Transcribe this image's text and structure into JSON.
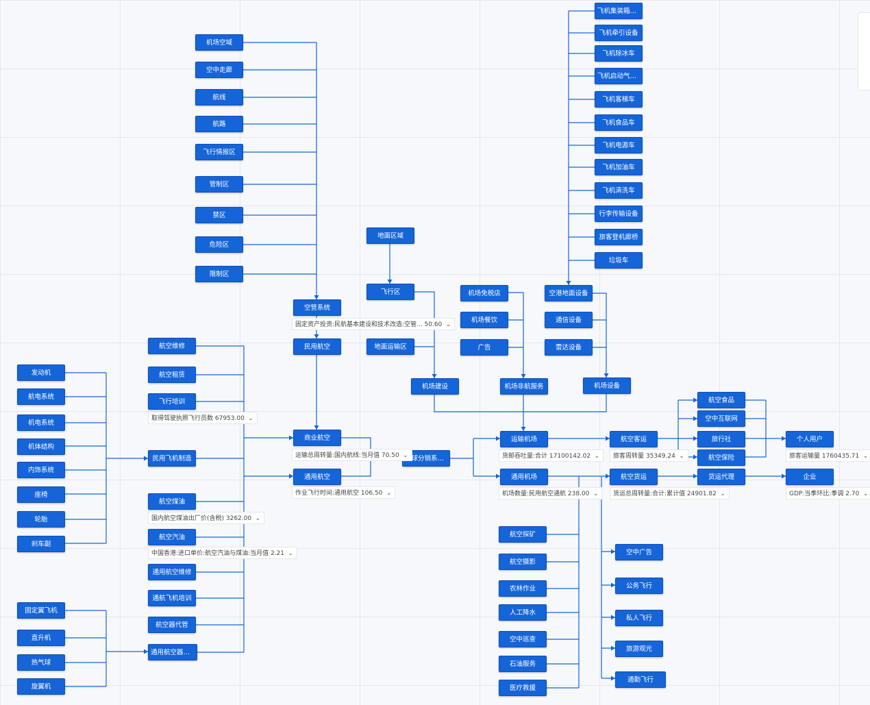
{
  "diagram": {
    "nodes": [
      {
        "id": "jckj",
        "label": "机场空域"
      },
      {
        "id": "kzzl",
        "label": "空中走廊"
      },
      {
        "id": "hx",
        "label": "航线"
      },
      {
        "id": "hl",
        "label": "航路"
      },
      {
        "id": "fxqbq",
        "label": "飞行情报区"
      },
      {
        "id": "gzq",
        "label": "管制区"
      },
      {
        "id": "jq",
        "label": "禁区"
      },
      {
        "id": "wxq",
        "label": "危险区"
      },
      {
        "id": "xzq",
        "label": "限制区"
      },
      {
        "id": "kgxt",
        "label": "空管系统"
      },
      {
        "id": "mhhk",
        "label": "民用航空"
      },
      {
        "id": "dmqy",
        "label": "地面区域"
      },
      {
        "id": "fxq",
        "label": "飞行区"
      },
      {
        "id": "dmysq",
        "label": "地面运输区"
      },
      {
        "id": "jcmsd",
        "label": "机场免税店"
      },
      {
        "id": "jccy",
        "label": "机场餐饮"
      },
      {
        "id": "gg",
        "label": "广告"
      },
      {
        "id": "jcjs",
        "label": "机场建设"
      },
      {
        "id": "jcfhfw",
        "label": "机场非航服务"
      },
      {
        "id": "jcsb",
        "label": "机场设备"
      },
      {
        "id": "kgdmsb",
        "label": "空港地面设备"
      },
      {
        "id": "txsb",
        "label": "通信设备"
      },
      {
        "id": "ldsb",
        "label": "雷达设备"
      },
      {
        "id": "s1",
        "label": "飞机集装箱升降..."
      },
      {
        "id": "s2",
        "label": "飞机牵引设备"
      },
      {
        "id": "s3",
        "label": "飞机除冰车"
      },
      {
        "id": "s4",
        "label": "飞机启动气源设备"
      },
      {
        "id": "s5",
        "label": "飞机客梯车"
      },
      {
        "id": "s6",
        "label": "飞机食品车"
      },
      {
        "id": "s7",
        "label": "飞机电源车"
      },
      {
        "id": "s8",
        "label": "飞机加油车"
      },
      {
        "id": "s9",
        "label": "飞机清洗车"
      },
      {
        "id": "s10",
        "label": "行李传输设备"
      },
      {
        "id": "s11",
        "label": "旅客登机廊桥"
      },
      {
        "id": "s12",
        "label": "垃圾车"
      },
      {
        "id": "hkwx",
        "label": "航空维修"
      },
      {
        "id": "hkzl",
        "label": "航空租赁"
      },
      {
        "id": "fxpx",
        "label": "飞行培训"
      },
      {
        "id": "myfjzz",
        "label": "民用飞机制造"
      },
      {
        "id": "hkmy",
        "label": "航空煤油"
      },
      {
        "id": "hkqy",
        "label": "航空汽油"
      },
      {
        "id": "thwx",
        "label": "通用航空维修"
      },
      {
        "id": "thpx",
        "label": "通航飞机培训"
      },
      {
        "id": "hkqd",
        "label": "航空器代管"
      },
      {
        "id": "thzz",
        "label": "通用航空器制造"
      },
      {
        "id": "fdj",
        "label": "发动机"
      },
      {
        "id": "hdxt",
        "label": "航电系统"
      },
      {
        "id": "jdxt",
        "label": "机电系统"
      },
      {
        "id": "jtjg",
        "label": "机体结构"
      },
      {
        "id": "nsxt",
        "label": "内饰系统"
      },
      {
        "id": "zy",
        "label": "座椅"
      },
      {
        "id": "lt",
        "label": "轮胎"
      },
      {
        "id": "scp",
        "label": "刹车副"
      },
      {
        "id": "gdyj",
        "label": "固定翼飞机"
      },
      {
        "id": "zsj",
        "label": "直升机"
      },
      {
        "id": "rqq",
        "label": "热气球"
      },
      {
        "id": "xyj",
        "label": "旋翼机"
      },
      {
        "id": "syhk",
        "label": "商业航空"
      },
      {
        "id": "tyhk",
        "label": "通用航空"
      },
      {
        "id": "qqfx",
        "label": "全球分销系统(..."
      },
      {
        "id": "ysjc",
        "label": "运输机场"
      },
      {
        "id": "tyjc",
        "label": "通用机场"
      },
      {
        "id": "hkky",
        "label": "航空客运"
      },
      {
        "id": "hkhy",
        "label": "航空货运"
      },
      {
        "id": "hksp",
        "label": "航空食品"
      },
      {
        "id": "kzhlw",
        "label": "空中互联网"
      },
      {
        "id": "lxs",
        "label": "旅行社"
      },
      {
        "id": "hkbx",
        "label": "航空保险"
      },
      {
        "id": "hydl",
        "label": "货运代理"
      },
      {
        "id": "gryh",
        "label": "个人用户"
      },
      {
        "id": "qy",
        "label": "企业"
      },
      {
        "id": "hktk",
        "label": "航空探矿"
      },
      {
        "id": "hksy",
        "label": "航空摄影"
      },
      {
        "id": "nyzy",
        "label": "农林作业"
      },
      {
        "id": "rgjs",
        "label": "人工降水"
      },
      {
        "id": "kzxc",
        "label": "空中巡查"
      },
      {
        "id": "syfw",
        "label": "石油服务"
      },
      {
        "id": "ylzj",
        "label": "医疗救援"
      },
      {
        "id": "kzgg",
        "label": "空中广告"
      },
      {
        "id": "gwfx",
        "label": "公务飞行"
      },
      {
        "id": "srfx",
        "label": "私人飞行"
      },
      {
        "id": "lygg",
        "label": "旅游观光"
      },
      {
        "id": "tqfx",
        "label": "通勤飞行"
      }
    ],
    "indicators": [
      {
        "id": "i_kgxt",
        "text": "固定资产投资:民航基本建设和技术改造:空管... 50.60"
      },
      {
        "id": "i_fxpx",
        "text": "取得驾驶执照飞行员数 67953.00"
      },
      {
        "id": "i_hkmy",
        "text": "国内航空煤油出厂价(含税) 3262.00"
      },
      {
        "id": "i_hkqy",
        "text": "中国香港:进口单价:航空汽油与煤油:当月值 2.21"
      },
      {
        "id": "i_syhk",
        "text": "运输总周转量:国内航线:当月值 70.50"
      },
      {
        "id": "i_tyhk",
        "text": "作业飞行时间:通用航空 106.50"
      },
      {
        "id": "i_ysjc",
        "text": "货邮吞吐量:合计 17100142.02"
      },
      {
        "id": "i_tyjc",
        "text": "机场数量:民用航空通航 238.00"
      },
      {
        "id": "i_hkky",
        "text": "旅客周转量 35349.24"
      },
      {
        "id": "i_hkhy",
        "text": "货运总周转量:合计:累计值 24901.82"
      },
      {
        "id": "i_gryh",
        "text": "旅客运输量 1760435.71"
      },
      {
        "id": "i_qy",
        "text": "GDP:当季环比:季调 2.70"
      }
    ]
  }
}
